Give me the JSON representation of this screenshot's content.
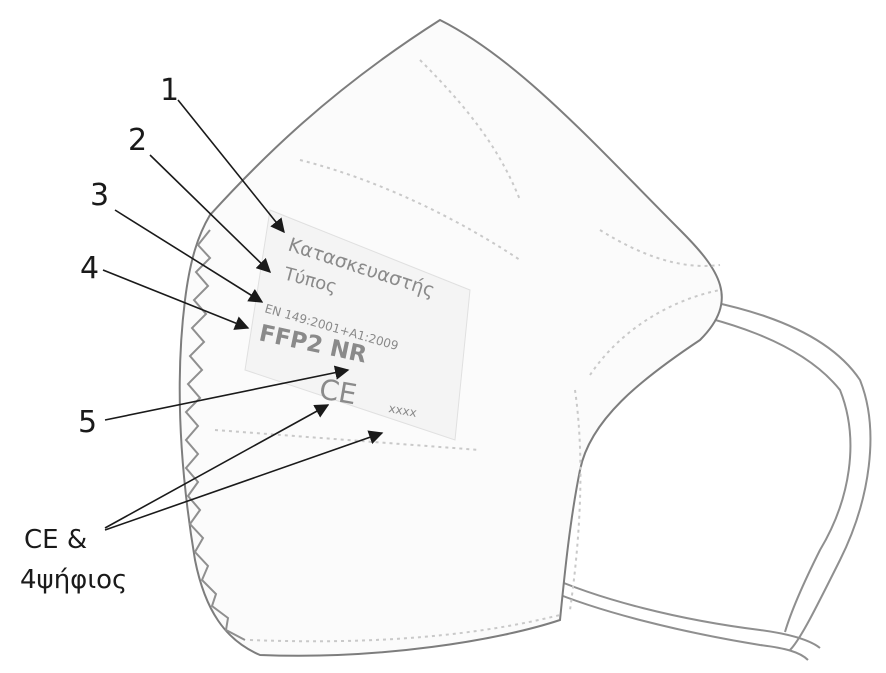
{
  "labels": {
    "callout_1": "1",
    "callout_2": "2",
    "callout_3": "3",
    "callout_4": "4",
    "callout_5": "5",
    "ce_line1": "CE &",
    "ce_line2": "4ψήφιος"
  },
  "mask_print": {
    "manufacturer": "Κατασκευαστής",
    "type": "Τύπος",
    "standard": "EN 149:2001+A1:2009",
    "class": "FFP2 NR",
    "ce_mark": "CE",
    "code": "xxxx"
  }
}
